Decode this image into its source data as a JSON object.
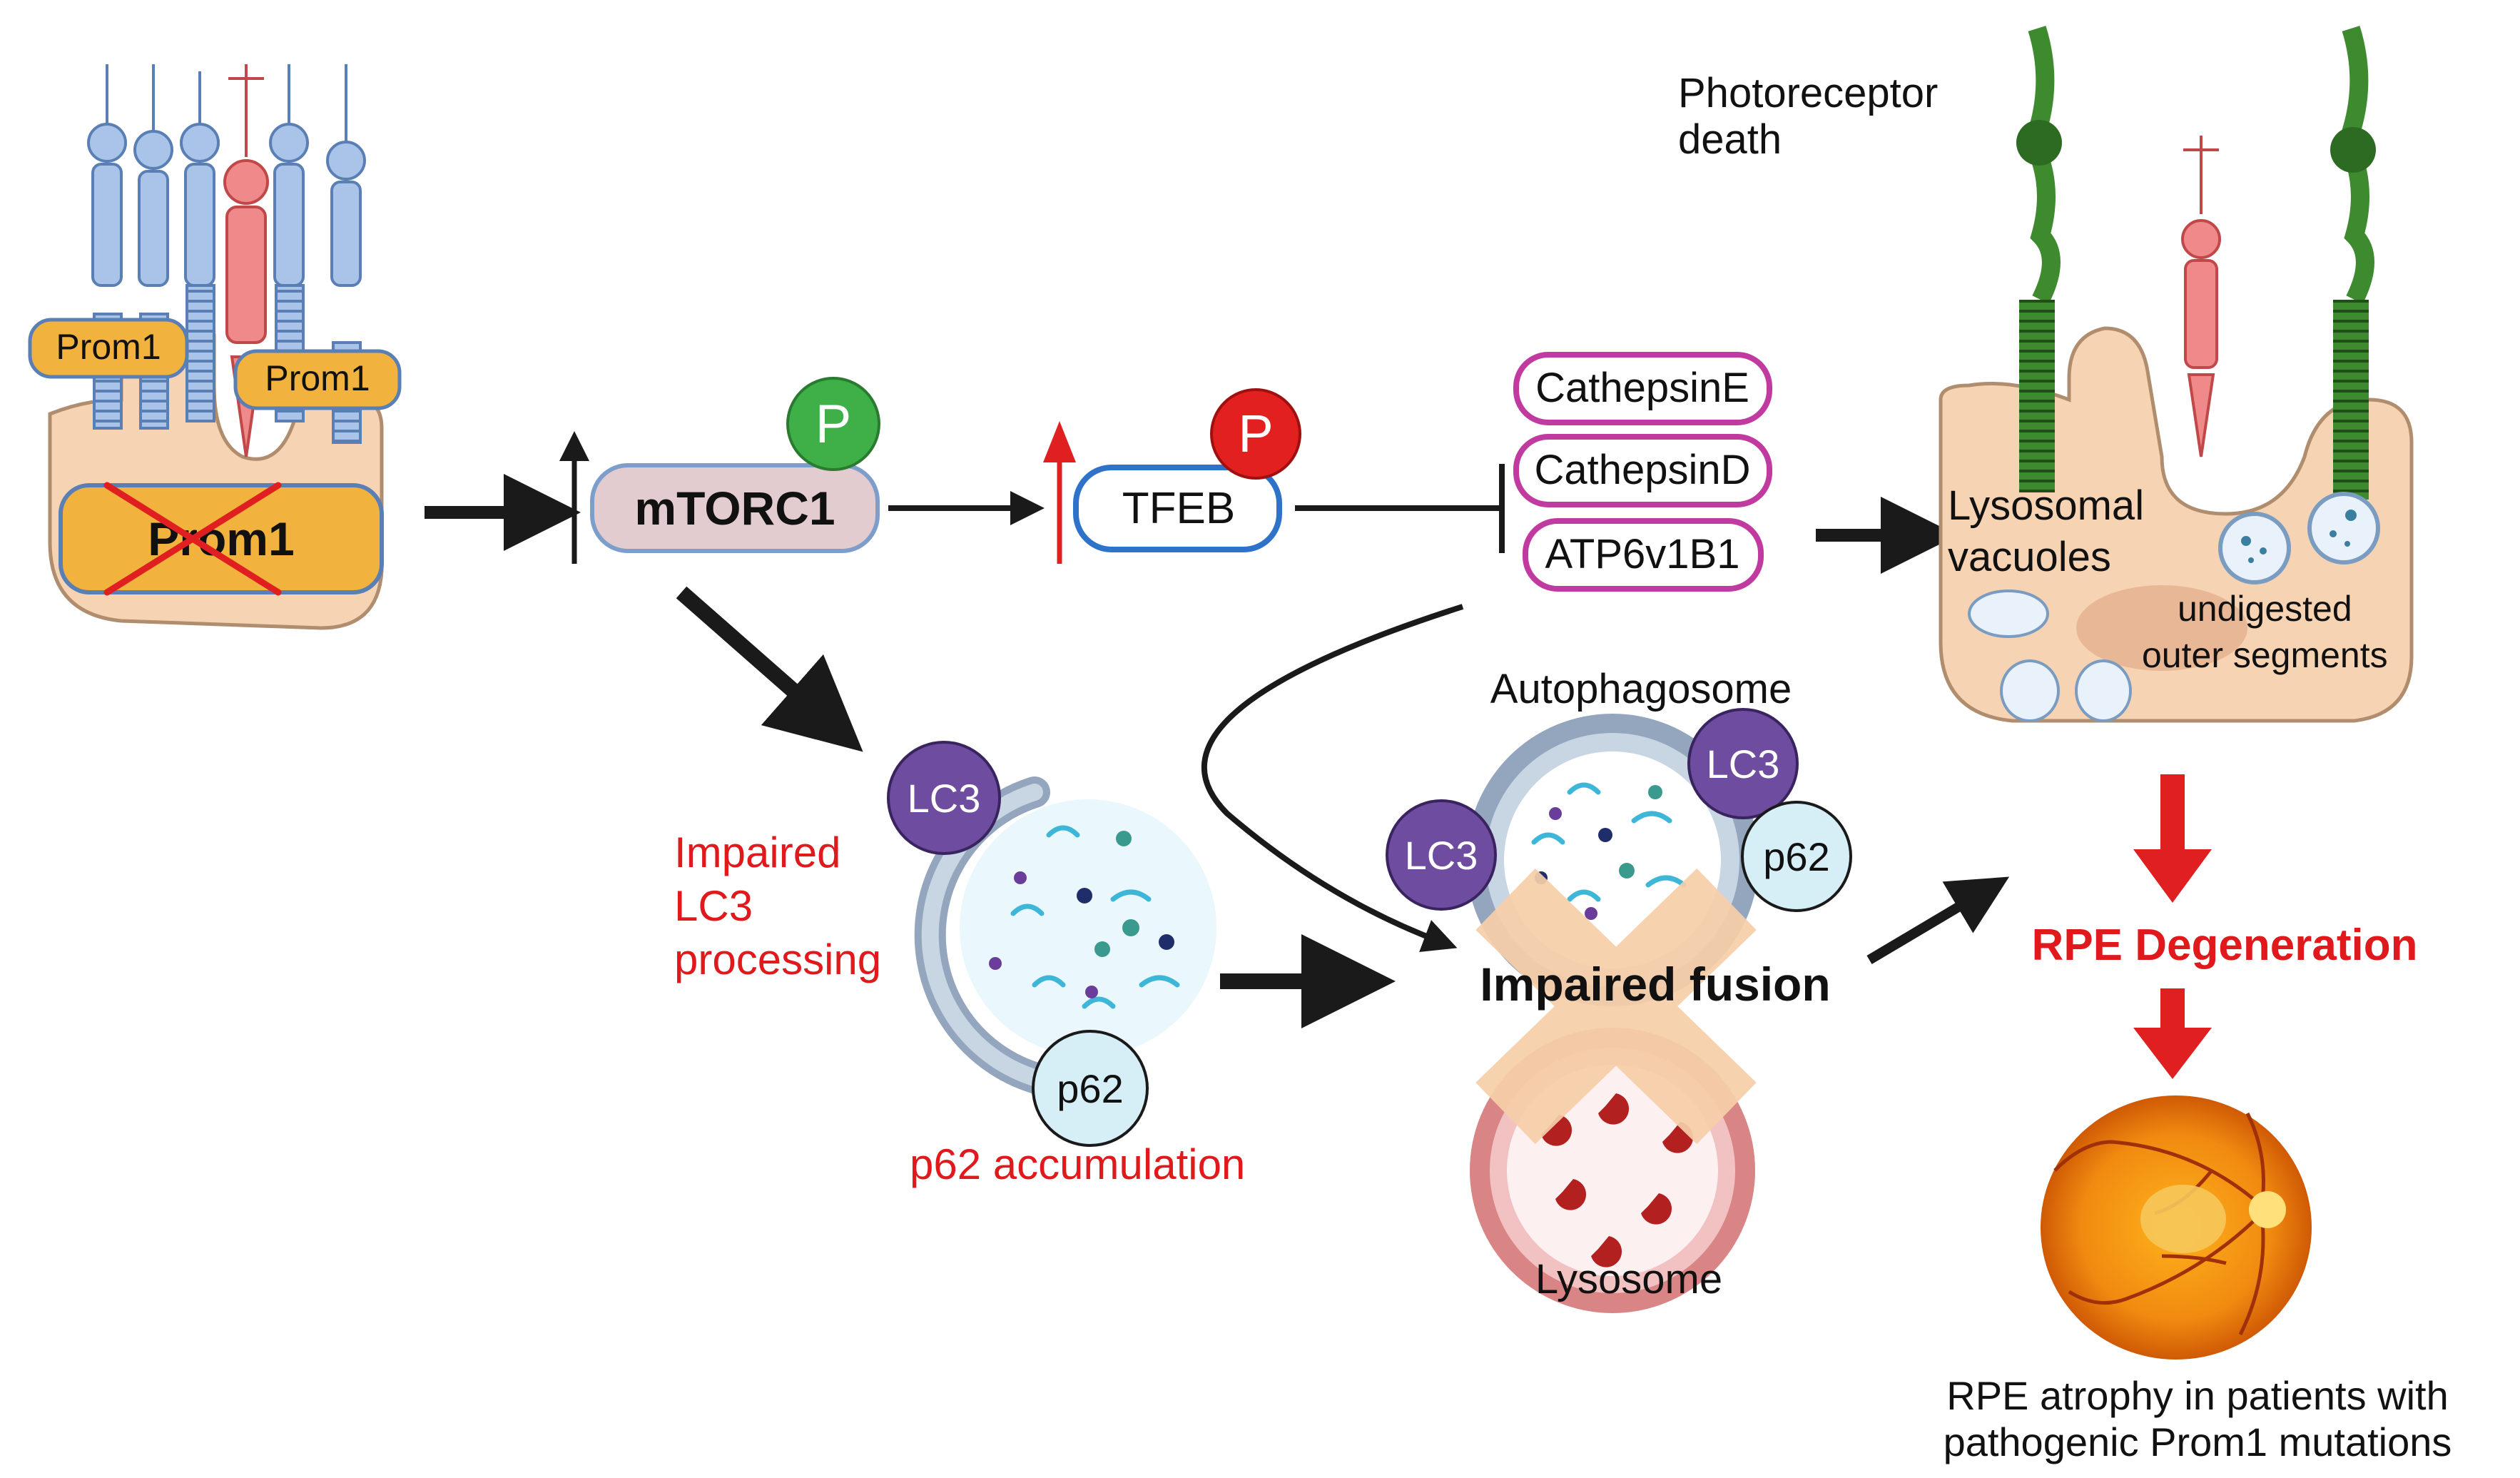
{
  "labels": {
    "prom1_left": "Prom1",
    "prom1_right": "Prom1",
    "prom1_knockout": "Prom1",
    "phospho_mtorc1": "P",
    "mtorc1": "mTORC1",
    "phospho_tfeb": "P",
    "tfeb": "TFEB",
    "cathepsin_e": "CathepsinE",
    "cathepsin_d": "CathepsinD",
    "atp6v1b1": "ATP6v1B1",
    "photoreceptor_death_line1": "Photoreceptor",
    "photoreceptor_death_line2": "death",
    "lysosomal_vacuoles_line1": "Lysosomal",
    "lysosomal_vacuoles_line2": "vacuoles",
    "undigested_line1": "undigested",
    "undigested_line2": "outer segments",
    "impaired_lc3_line1": "Impaired",
    "impaired_lc3_line2": "LC3",
    "impaired_lc3_line3": "processing",
    "lc3_left": "LC3",
    "p62_left": "p62",
    "p62_accumulation": "p62 accumulation",
    "autophagosome": "Autophagosome",
    "lc3_top": "LC3",
    "lc3_mid": "LC3",
    "p62_right": "p62",
    "impaired_fusion": "Impaired fusion",
    "lysosome": "Lysosome",
    "rpe_degeneration": "RPE Degeneration",
    "rpe_atrophy_line1": "RPE atrophy in patients with",
    "rpe_atrophy_line2": "pathogenic Prom1 mutations"
  },
  "colors": {
    "rod_blue": "#a9c4e8",
    "cone_pink": "#f08a8a",
    "rpe_cell": "#f6d3b3",
    "prom1_orange": "#f2b23e",
    "mtorc1_fill": "#e3cccf",
    "p_green": "#3fb048",
    "p_red": "#e32020",
    "tfeb_border": "#2f72c9",
    "cathepsin_border": "#c03aa0",
    "photoreceptor_green": "#3d8b2e",
    "lc3_purple": "#6e4c9f",
    "cross_peach": "#f7cfa9",
    "emphasis_red": "#e0191c",
    "arrow_black": "#1a1a1a"
  }
}
